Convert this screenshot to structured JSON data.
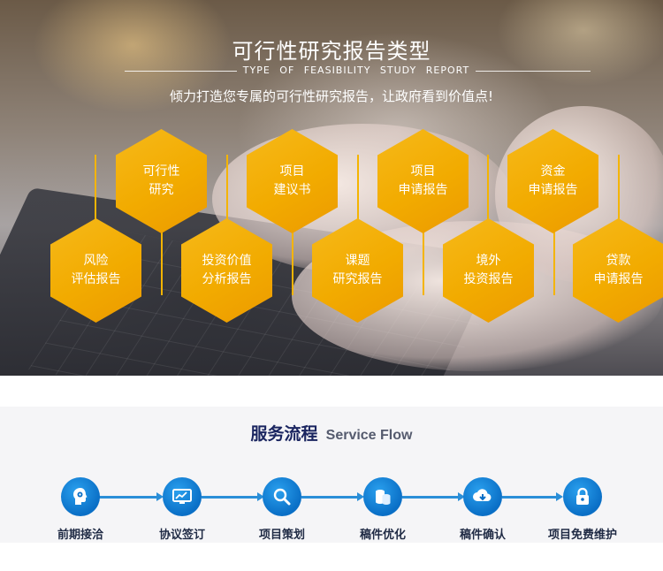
{
  "hero": {
    "title": "可行性研究报告类型",
    "subtitle_en": "TYPE OF FEASIBILITY STUDY REPORT",
    "slogan": "倾力打造您专属的可行性研究报告，让政府看到价值点!",
    "accent_color": "#f2ab00",
    "report_types": [
      {
        "line1": "可行性",
        "line2": "研究"
      },
      {
        "line1": "项目",
        "line2": "建议书"
      },
      {
        "line1": "项目",
        "line2": "申请报告"
      },
      {
        "line1": "资金",
        "line2": "申请报告"
      },
      {
        "line1": "风险",
        "line2": "评估报告"
      },
      {
        "line1": "投资价值",
        "line2": "分析报告"
      },
      {
        "line1": "课题",
        "line2": "研究报告"
      },
      {
        "line1": "境外",
        "line2": "投资报告"
      },
      {
        "line1": "贷款",
        "line2": "申请报告"
      }
    ]
  },
  "flow": {
    "title_cn": "服务流程",
    "title_en": "Service Flow",
    "accent_color": "#2b8fd8",
    "steps": [
      {
        "label": "前期接洽",
        "icon": "head-gear-icon"
      },
      {
        "label": "协议签订",
        "icon": "monitor-chart-icon"
      },
      {
        "label": "项目策划",
        "icon": "magnifier-icon"
      },
      {
        "label": "稿件优化",
        "icon": "coin-stack-icon"
      },
      {
        "label": "稿件确认",
        "icon": "cloud-download-icon"
      },
      {
        "label": "项目免费维护",
        "icon": "lock-icon"
      }
    ]
  }
}
